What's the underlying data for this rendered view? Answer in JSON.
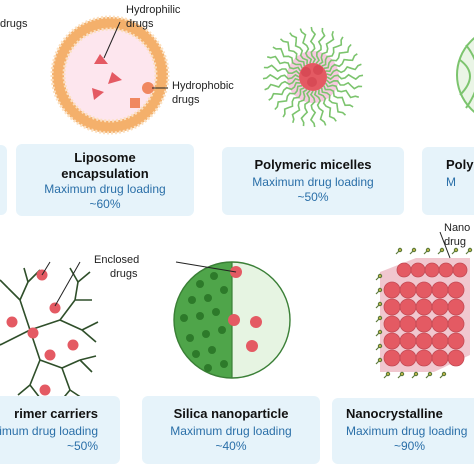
{
  "colors": {
    "card_bg": "#e6f3fa",
    "value_text": "#2a6fa8",
    "liposome": "#f4b06b",
    "drug_red": "#e45a63",
    "micelle_green": "#7cc46e",
    "silica_green": "#4fa54a"
  },
  "top_left_partial_label": "drugs",
  "liposome": {
    "hydrophilic_label": "Hydrophilic",
    "hydrophilic_label2": "drugs",
    "hydrophobic_label": "Hydrophobic",
    "hydrophobic_label2": "drugs"
  },
  "dendrimer_label": "Enclosed",
  "dendrimer_label2": "drugs",
  "nanocrystal_label": "Nano",
  "nanocrystal_label2": "drug",
  "cards": {
    "left_top_partial": {},
    "liposome": {
      "title": "Liposome",
      "title2": "encapsulation",
      "loading_label": "Maximum drug loading",
      "value": "~60%"
    },
    "micelle": {
      "title": "Polymeric micelles",
      "loading_label": "Maximum drug loading",
      "value": "~50%"
    },
    "poly_partial": {
      "title": "Poly",
      "loading_label": "M"
    },
    "dendrimer": {
      "title": "rimer carriers",
      "loading_label": "aximum drug loading",
      "value": "~50%"
    },
    "silica": {
      "title": "Silica nanoparticle",
      "loading_label": "Maximum drug loading",
      "value": "~40%"
    },
    "nanocrystal": {
      "title": "Nanocrystalline",
      "loading_label": "Maximum drug loading",
      "value": "~90%"
    }
  }
}
